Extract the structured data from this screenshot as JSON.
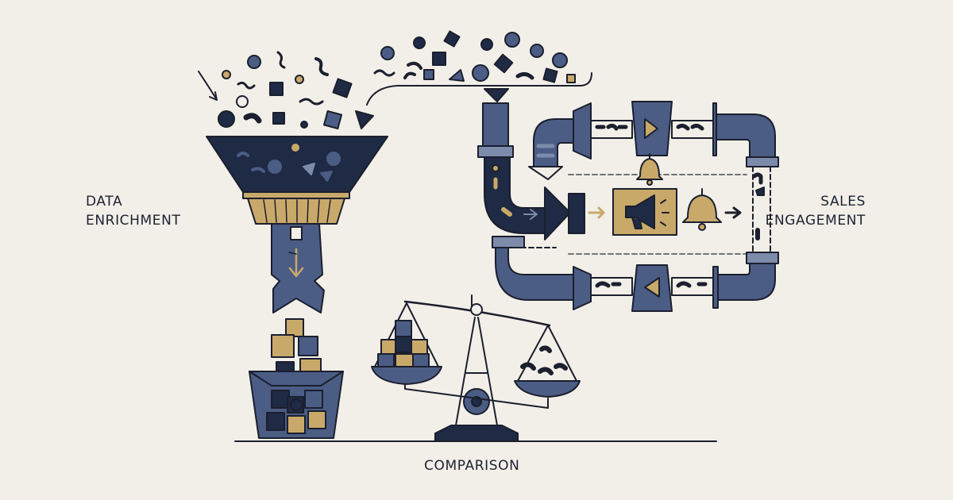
{
  "labels": {
    "data_enrichment": [
      "DATA",
      "ENRICHMENT"
    ],
    "sales_engagement": [
      "SALES",
      "ENGAGEMENT"
    ],
    "comparison": "COMPARISON"
  },
  "colors": {
    "background": "#f1efe7",
    "navy": "#1f2a44",
    "slate": "#4b5d85",
    "steel": "#7d8bab",
    "gold": "#c9a96a",
    "outline": "#1b1f2e"
  },
  "icons": [
    "funnel-icon",
    "bucket-icon",
    "pipeline-icon",
    "megaphone-icon",
    "bell-icon",
    "balance-scale-icon",
    "arrow-icon"
  ]
}
